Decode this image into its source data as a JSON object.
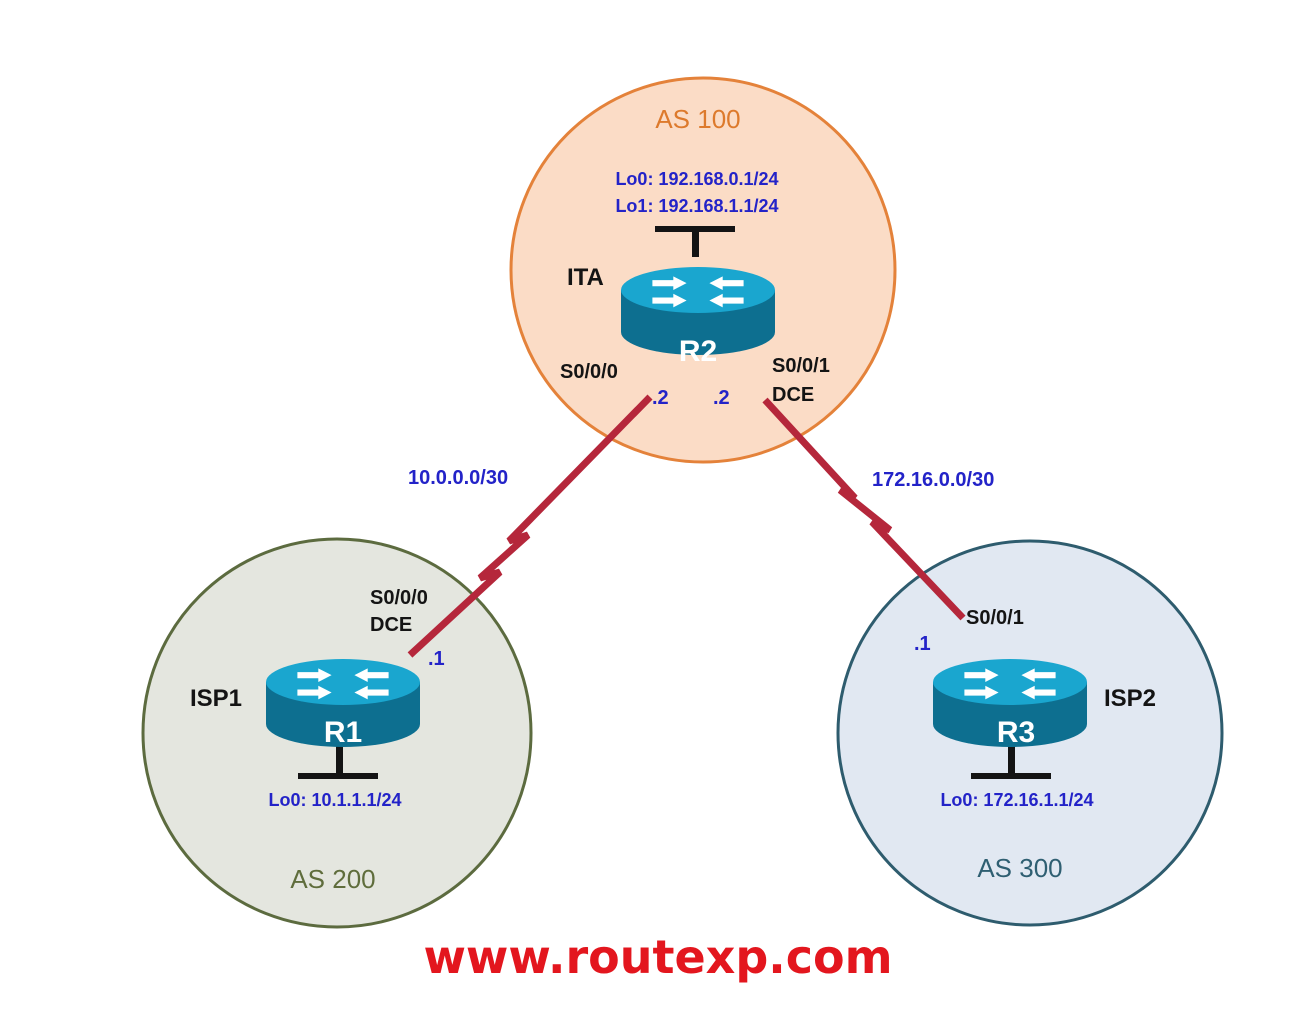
{
  "diagram": {
    "as_zones": [
      {
        "id": "as100",
        "label": "AS 100",
        "fill": "#fbdcc6",
        "stroke": "#e4823a",
        "label_color": "#dd7a2c"
      },
      {
        "id": "as200",
        "label": "AS 200",
        "fill": "#e4e6df",
        "stroke": "#5c6b3f",
        "label_color": "#5f6d3c"
      },
      {
        "id": "as300",
        "label": "AS 300",
        "fill": "#e1e8f2",
        "stroke": "#2e5c6e",
        "label_color": "#2f5f72"
      }
    ],
    "routers": [
      {
        "id": "r2",
        "name": "R2",
        "hostname": "ITA",
        "loopbacks": [
          "Lo0: 192.168.0.1/24",
          "Lo1: 192.168.1.1/24"
        ],
        "interfaces": [
          {
            "name": "S0/0/0",
            "role": "",
            "ip_suffix": ".2"
          },
          {
            "name": "S0/0/1",
            "role": "DCE",
            "ip_suffix": ".2"
          }
        ]
      },
      {
        "id": "r1",
        "name": "R1",
        "hostname": "ISP1",
        "loopbacks": [
          "Lo0: 10.1.1.1/24"
        ],
        "interfaces": [
          {
            "name": "S0/0/0",
            "role": "DCE",
            "ip_suffix": ".1"
          }
        ]
      },
      {
        "id": "r3",
        "name": "R3",
        "hostname": "ISP2",
        "loopbacks": [
          "Lo0: 172.16.1.1/24"
        ],
        "interfaces": [
          {
            "name": "S0/0/1",
            "role": "",
            "ip_suffix": ".1"
          }
        ]
      }
    ],
    "links": [
      {
        "id": "r1-r2",
        "network": "10.0.0.0/30",
        "color": "#b5273b"
      },
      {
        "id": "r2-r3",
        "network": "172.16.0.0/30",
        "color": "#b5273b"
      }
    ],
    "colors": {
      "address_text": "#2323c8",
      "label_text": "#141414",
      "router_top": "#1aa6cf",
      "router_side": "#0d6f90"
    }
  },
  "footer": {
    "site": "www.routexp.com",
    "color": "#e3161e"
  }
}
